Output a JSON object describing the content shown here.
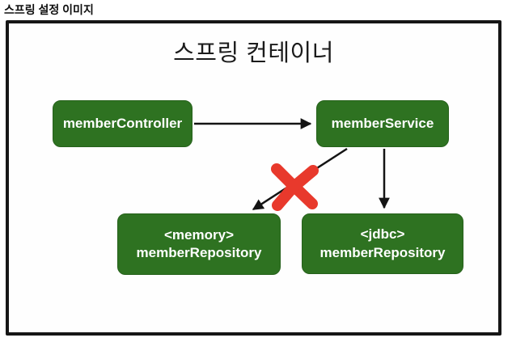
{
  "page": {
    "label": "스프링 설정 이미지"
  },
  "diagram": {
    "title": "스프링 컨테이너",
    "nodes": [
      {
        "id": "memberController",
        "label": "memberController"
      },
      {
        "id": "memberService",
        "label": "memberService"
      },
      {
        "id": "memoryMemberRepository",
        "label_line1": "<memory>",
        "label_line2": "memberRepository"
      },
      {
        "id": "jdbcMemberRepository",
        "label_line1": "<jdbc>",
        "label_line2": "memberRepository"
      }
    ],
    "edges": [
      {
        "from": "memberController",
        "to": "memberService",
        "crossed_out": false
      },
      {
        "from": "memberService",
        "to": "memoryMemberRepository",
        "crossed_out": true
      },
      {
        "from": "memberService",
        "to": "jdbcMemberRepository",
        "crossed_out": false
      }
    ],
    "colors": {
      "node_green": "#2e7221",
      "arrow_black": "#141414",
      "cross_red": "#e8392c",
      "frame_black": "#161616"
    }
  }
}
